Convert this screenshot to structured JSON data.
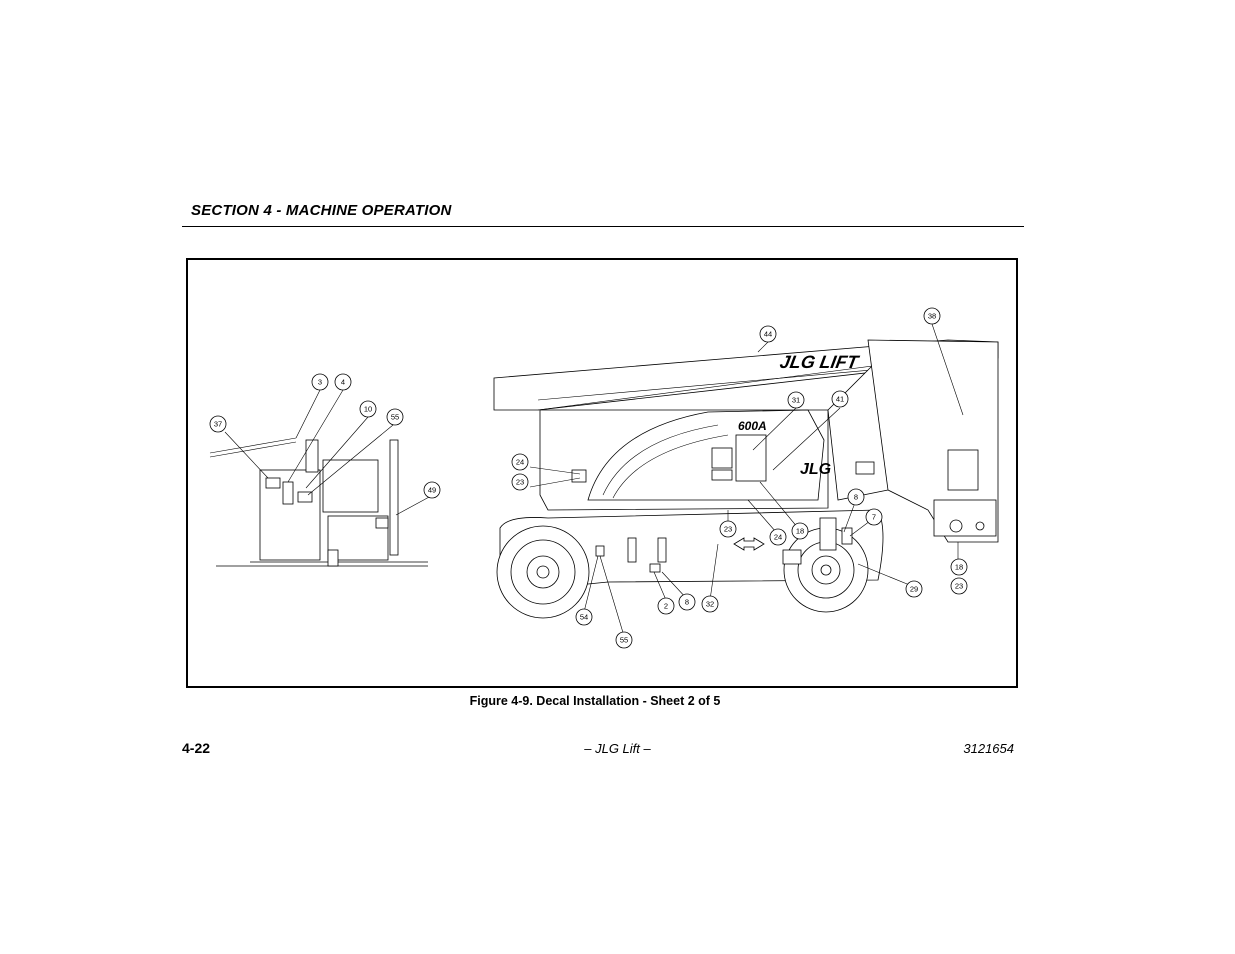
{
  "header": {
    "section_title": "SECTION 4 - MACHINE OPERATION"
  },
  "figure": {
    "caption": "Figure 4-9. Decal Installation - Sheet 2 of 5",
    "boom_logo": "JLG LIFT",
    "model_label": "600A",
    "chassis_logo": "JLG",
    "callouts": [
      "3",
      "4",
      "37",
      "10",
      "55",
      "49",
      "44",
      "38",
      "31",
      "41",
      "24",
      "23",
      "23",
      "24",
      "18",
      "8",
      "7",
      "29",
      "18",
      "23",
      "32",
      "2",
      "8",
      "54",
      "55"
    ]
  },
  "footer": {
    "page_number": "4-22",
    "center_text": "– JLG Lift –",
    "doc_number": "3121654"
  }
}
